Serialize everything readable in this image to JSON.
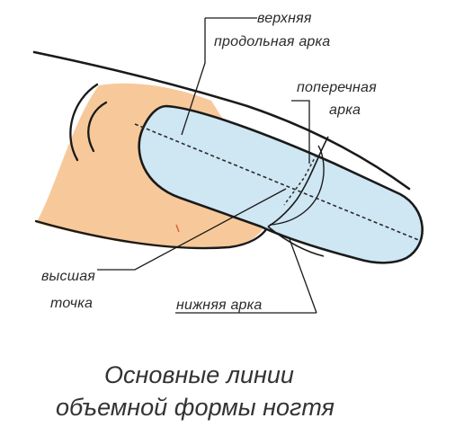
{
  "labels": {
    "top_arch_line1": "верхняя",
    "top_arch_line2": "продольная арка",
    "cross_arch_line1": "поперечная",
    "cross_arch_line2": "арка",
    "high_point_line1": "высшая",
    "high_point_line2": "точка",
    "lower_arch": "нижняя арка"
  },
  "caption": {
    "line1": "Основные линии",
    "line2": "объемной формы ногтя"
  },
  "colors": {
    "finger_fill": "#f7c99a",
    "nail_fill": "#cfe6f3",
    "outline": "#1a1a1a",
    "highlight": "#e0a060"
  }
}
